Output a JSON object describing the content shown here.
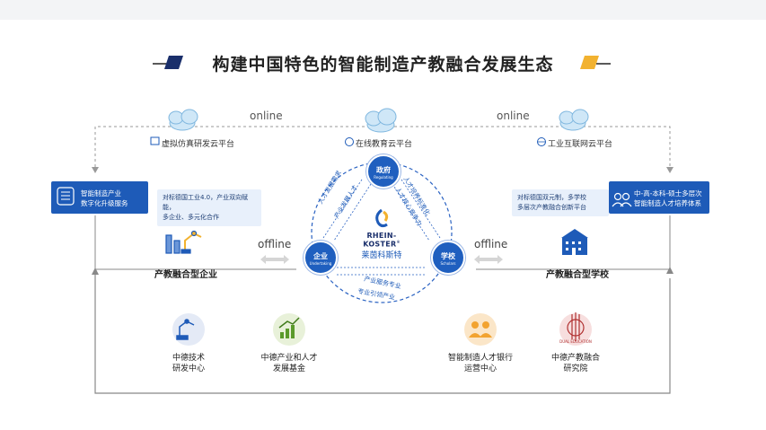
{
  "title": "构建中国特色的智能制造产教融合发展生态",
  "online_left": "online",
  "online_right": "online",
  "offline_left": "offline",
  "offline_right": "offline",
  "platforms": {
    "virtual": "虚拟仿真研发云平台",
    "education": "在线教育云平台",
    "industrial": "工业互联网云平台"
  },
  "left_box": {
    "line1": "智能制造产业",
    "line2": "数字化升级服务"
  },
  "right_box": {
    "line1": "中-高-本科-硕士多层次",
    "line2": "智能制造人才培养体系"
  },
  "left_desc": {
    "line1": "对标德国工业4.0，产业双向赋能，",
    "line2": "多企业、多元化合作"
  },
  "right_desc": {
    "line1": "对标德国双元制，多学校",
    "line2": "多层次产教融合创新平台"
  },
  "left_entity": "产教融合型企业",
  "right_entity": "产教融合型学校",
  "nodes": {
    "gov": {
      "label": "政府",
      "sub": "Regulating"
    },
    "ent": {
      "label": "企业",
      "sub": "Undertaking"
    },
    "sch": {
      "label": "学校",
      "sub": "Scholars"
    }
  },
  "arrows": {
    "a1": "人才发展需求",
    "a2": "产业发展人才",
    "a3": "人才培养标准化",
    "a4": "人才核心竞争力",
    "a5": "产业服务专业",
    "a6": "专业引领产业"
  },
  "logo": {
    "text": "RHEIN-KOSTER",
    "mark": "®",
    "cn": "莱茵科斯特"
  },
  "bottom": [
    {
      "line1": "中德技术",
      "line2": "研发中心"
    },
    {
      "line1": "中德产业和人才",
      "line2": "发展基金"
    },
    {
      "line1": "智能制造人才银行",
      "line2": "运营中心"
    },
    {
      "line1": "中德产教融合",
      "line2": "研究院"
    }
  ],
  "dual_badge": "DUAL EDUCATION",
  "colors": {
    "blue": "#1e5bb8",
    "dark_navy": "#1a2f6b",
    "gold": "#f2b230"
  }
}
